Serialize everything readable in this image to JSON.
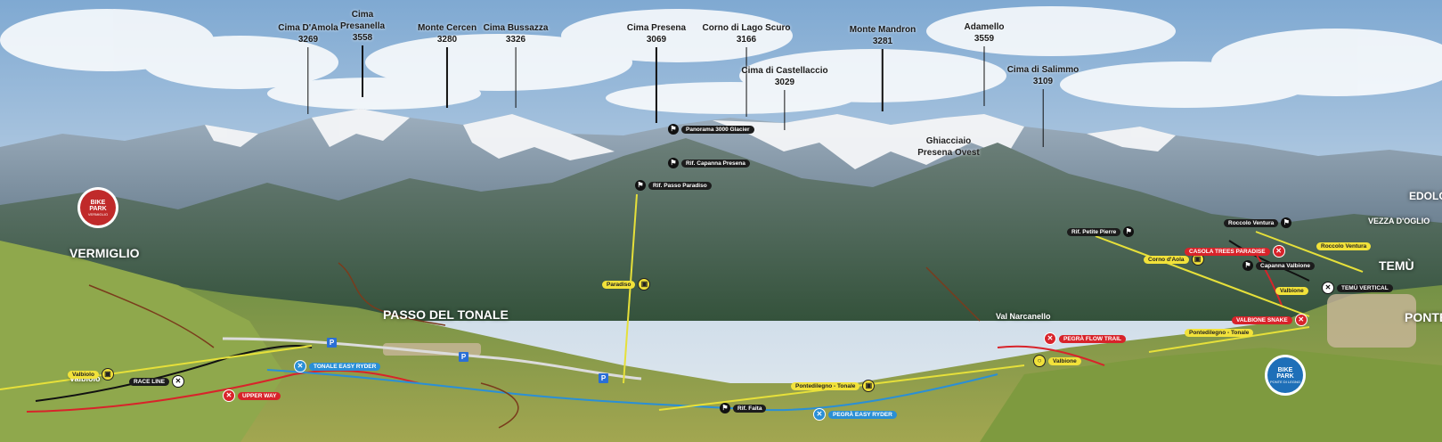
{
  "peaks": [
    {
      "name": "Cima D'Amola",
      "elevation": "3269"
    },
    {
      "name": "Cima Presanella",
      "elevation": "3558"
    },
    {
      "name": "Monte Cercen",
      "elevation": "3280"
    },
    {
      "name": "Cima Bussazza",
      "elevation": "3326"
    },
    {
      "name": "Cima Presena",
      "elevation": "3069"
    },
    {
      "name": "Corno di Lago Scuro",
      "elevation": "3166"
    },
    {
      "name": "Cima di Castellaccio",
      "elevation": "3029"
    },
    {
      "name": "Monte Mandron",
      "elevation": "3281"
    },
    {
      "name": "Adamello",
      "elevation": "3559"
    },
    {
      "name": "Cima di Salimmo",
      "elevation": "3109"
    }
  ],
  "glacier": {
    "line1": "Ghiacciaio",
    "line2": "Presena Ovest"
  },
  "places": {
    "vermiglio": "VERMIGLIO",
    "passo": "PASSO DEL TONALE",
    "edolo": "EDOLO",
    "vezza": "VEZZA D'OGLIO",
    "temu": "TEMÙ",
    "ponte": "PONTE",
    "val_narcanello": "Val Narcanello",
    "valbiolo": "Valbiolo"
  },
  "huts": {
    "panorama": "Panorama 3000 Glacier",
    "capanna_presena": "Rif. Capanna Presena",
    "passo_paradiso": "Rif. Passo Paradiso",
    "petit_pierre": "Rif. Petite Pierre",
    "roccolo_ventura": "Roccolo Ventura",
    "capanna_valbione": "Capanna Valbione",
    "faita": "Rif. Faita"
  },
  "lifts": {
    "paradiso": "Paradiso",
    "valbiolo": "Valbiolo",
    "pontedilegno_tonale": "Pontedilegno - Tonale",
    "corno_d_aola": "Corno d'Aola",
    "roccolo_ventura": "Roccolo Ventura",
    "valbione": "Valbione",
    "pontedilegno_tonale_2": "Pontedilegno - Tonale",
    "valbione_2": "Valbione"
  },
  "trails": {
    "race_line": "RACE LINE",
    "upper_way": "UPPER WAY",
    "tonale_easy": "TONALE EASY RYDER",
    "pegra_flow": "PEGRÀ FLOW TRAIL",
    "pegra_easy": "PEGRÀ EASY RYDER",
    "casola_trees": "CASOLA TREES PARADISE",
    "temu_vertical": "TEMÙ VERTICAL",
    "valbione_snake": "VALBIONE SNAKE"
  },
  "logos": {
    "left_top": "BIKE",
    "left_main": "PARK",
    "left_sub": "VERMIGLIO",
    "right_top": "BIKE",
    "right_main": "PARK",
    "right_sub": "PONTE DI LEGNO"
  },
  "colors": {
    "sky_top": "#8fb3d6",
    "sky_bottom": "#dfe8f0",
    "lift_line": "#e6e03a",
    "trail_red": "#d8232a",
    "trail_blue": "#2a8fd6",
    "trail_black": "#111111",
    "trail_brown": "#7a3b1c"
  }
}
